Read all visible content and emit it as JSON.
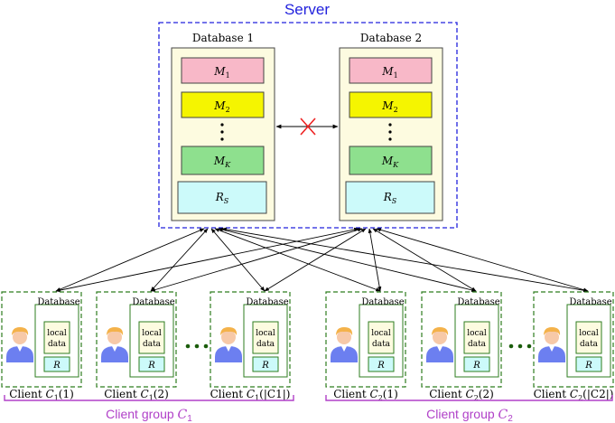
{
  "server": {
    "title": "Server",
    "databases": [
      {
        "title": "Database 1",
        "models": [
          "M",
          "M",
          "M"
        ],
        "model_subs": [
          "1",
          "2",
          "K"
        ],
        "repo": "R",
        "repo_sub": "S"
      },
      {
        "title": "Database 2",
        "models": [
          "M",
          "M",
          "M"
        ],
        "model_subs": [
          "1",
          "2",
          "K"
        ],
        "repo": "R",
        "repo_sub": "S"
      }
    ]
  },
  "clients": [
    {
      "label": "Client",
      "group_sym": "C",
      "group_sub": "1",
      "index": "(1)"
    },
    {
      "label": "Client",
      "group_sym": "C",
      "group_sub": "1",
      "index": "(2)"
    },
    {
      "label": "Client",
      "group_sym": "C",
      "group_sub": "1",
      "index": "(|C1|)"
    },
    {
      "label": "Client",
      "group_sym": "C",
      "group_sub": "2",
      "index": "(1)"
    },
    {
      "label": "Client",
      "group_sym": "C",
      "group_sub": "2",
      "index": "(2)"
    },
    {
      "label": "Client",
      "group_sym": "C",
      "group_sub": "2",
      "index": "(|C2|)"
    }
  ],
  "client_db": {
    "title": "Database",
    "local_line1": "local",
    "local_line2": "data",
    "repo": "R"
  },
  "groups": [
    {
      "label": "Client group",
      "sym": "C",
      "sub": "1"
    },
    {
      "label": "Client group",
      "sym": "C",
      "sub": "2"
    }
  ],
  "colors": {
    "server_border": "#2222dd",
    "client_border": "#2e7d1f",
    "group_brace": "#b040c8",
    "model_1": "#f8b8c8",
    "model_2": "#f5f500",
    "model_k": "#8ee08e",
    "repo_fill": "#ccfafa",
    "db_fill": "#fdfbe0",
    "cross": "#ee2222"
  }
}
